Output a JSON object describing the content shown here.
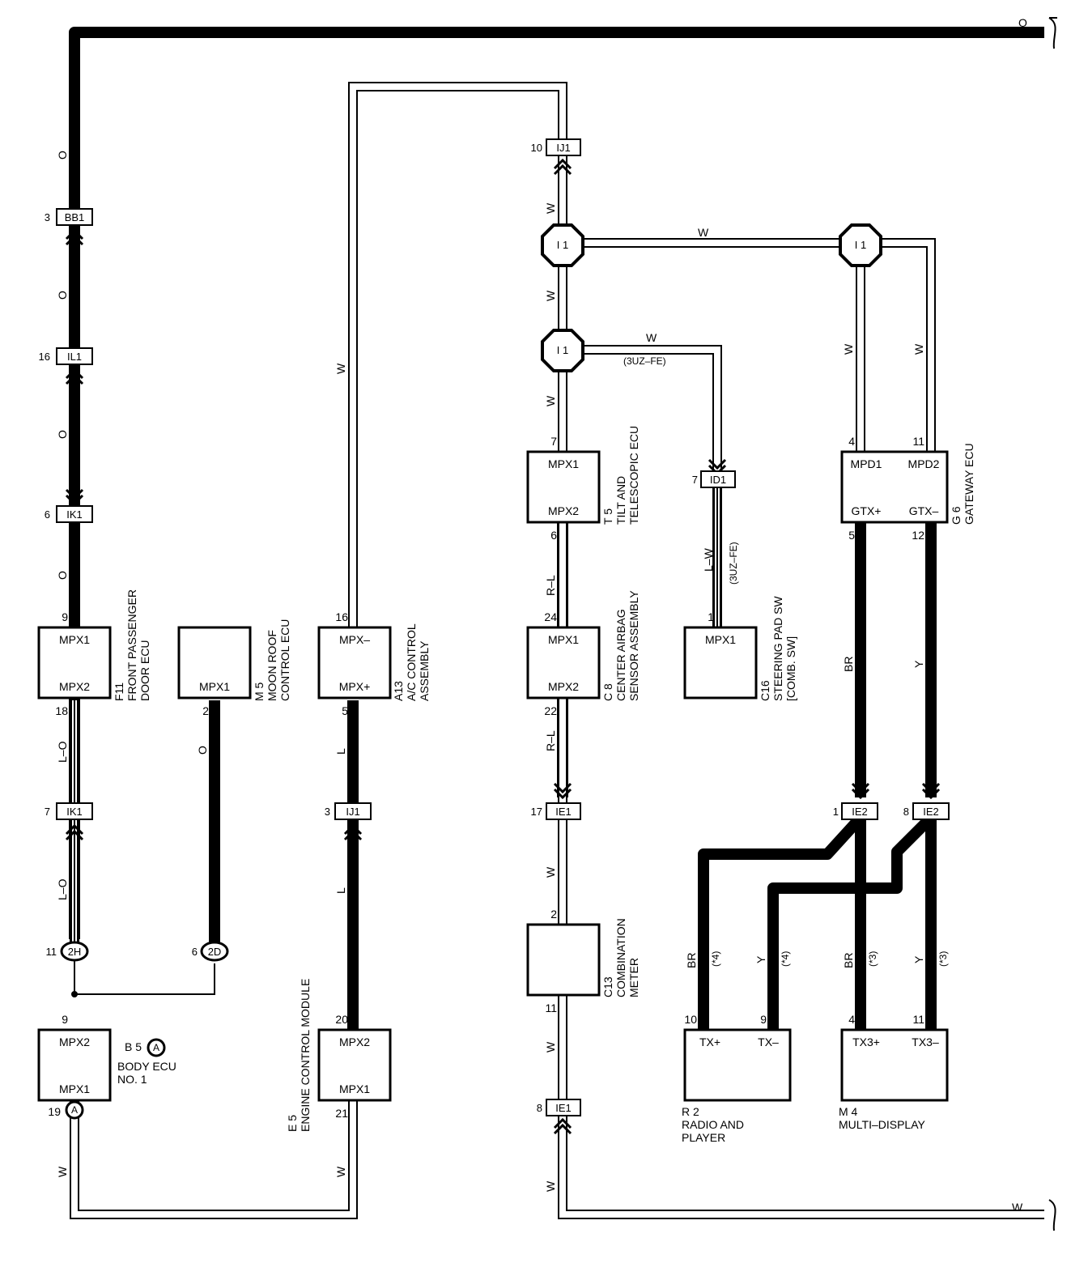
{
  "wire_colors": {
    "O": "O",
    "W": "W",
    "L_O": "L–O",
    "L": "L",
    "R_L": "R–L",
    "L_W": "L–W",
    "BR": "BR",
    "Y": "Y"
  },
  "connectors": {
    "BB1": {
      "id": "BB1",
      "pin": "3"
    },
    "IL1": {
      "id": "IL1",
      "pin": "16"
    },
    "IK1_top": {
      "id": "IK1",
      "pin": "6"
    },
    "IK1_bot": {
      "id": "IK1",
      "pin": "7"
    },
    "IJ1_top": {
      "id": "IJ1",
      "pin": "10"
    },
    "IJ1_bot": {
      "id": "IJ1",
      "pin": "3"
    },
    "ID1": {
      "id": "ID1",
      "pin": "7"
    },
    "IE1_top": {
      "id": "IE1",
      "pin": "17"
    },
    "IE1_bot": {
      "id": "IE1",
      "pin": "8"
    },
    "IE2_left": {
      "id": "IE2",
      "pin": "1"
    },
    "IE2_right": {
      "id": "IE2",
      "pin": "8"
    },
    "J2H": {
      "id": "2H",
      "pin": "11"
    },
    "J2D": {
      "id": "2D",
      "pin": "6"
    },
    "I1": "I 1"
  },
  "components": {
    "F11": {
      "code": "F11",
      "name1": "FRONT PASSENGER",
      "name2": "DOOR ECU",
      "t1": "MPX1",
      "t2": "MPX2",
      "p1": "9",
      "p2": "18"
    },
    "M5": {
      "code": "M 5",
      "name1": "MOON ROOF",
      "name2": "CONTROL ECU",
      "t1": "MPX1",
      "p1": "2"
    },
    "A13": {
      "code": "A13",
      "name1": "A/C CONTROL",
      "name2": "ASSEMBLY",
      "t1": "MPX–",
      "t2": "MPX+",
      "p1": "16",
      "p2": "5"
    },
    "T5": {
      "code": "T 5",
      "name1": "TILT AND",
      "name2": "TELESCOPIC ECU",
      "t1": "MPX1",
      "t2": "MPX2",
      "p1": "7",
      "p2": "6"
    },
    "C8": {
      "code": "C 8",
      "name1": "CENTER AIRBAG",
      "name2": "SENSOR ASSEMBLY",
      "t1": "MPX1",
      "t2": "MPX2",
      "p1": "24",
      "p2": "22"
    },
    "C16": {
      "code": "C16",
      "name1": "STEERING PAD SW",
      "name2": "[COMB. SW]",
      "t1": "MPX1",
      "p1": "1"
    },
    "G6": {
      "code": "G 6",
      "name1": "GATEWAY ECU",
      "t1": "MPD1",
      "t2": "MPD2",
      "t3": "GTX+",
      "t4": "GTX–",
      "p1": "4",
      "p2": "11",
      "p3": "5",
      "p4": "12"
    },
    "C13": {
      "code": "C13",
      "name1": "COMBINATION",
      "name2": "METER",
      "p1": "2",
      "p2": "11"
    },
    "B5": {
      "code": "B 5",
      "tag": "A",
      "name1": "BODY ECU",
      "name2": "NO. 1",
      "t1": "MPX2",
      "t2": "MPX1",
      "p1": "9",
      "p2": "19"
    },
    "E5": {
      "code": "E 5",
      "name1": "ENGINE CONTROL MODULE",
      "t1": "MPX2",
      "t2": "MPX1",
      "p1": "20",
      "p2": "21"
    },
    "R2": {
      "code": "R 2",
      "name1": "RADIO AND",
      "name2": "PLAYER",
      "t1": "TX+",
      "t2": "TX–",
      "p1": "10",
      "p2": "9"
    },
    "M4": {
      "code": "M 4",
      "name1": "MULTI–DISPLAY",
      "t1": "TX3+",
      "t2": "TX3–",
      "p1": "4",
      "p2": "11"
    }
  },
  "notes": {
    "uz": "(3UZ–FE)",
    "n4": "(*4)",
    "n3": "(*3)"
  }
}
